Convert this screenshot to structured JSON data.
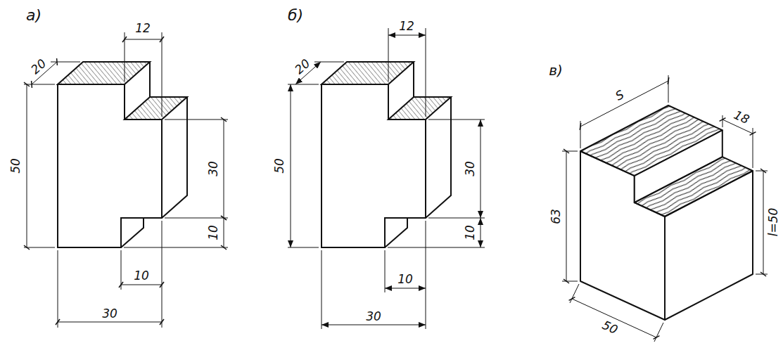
{
  "diagram": {
    "labels": [
      "а)",
      "12",
      "20",
      "50",
      "30",
      "10",
      "10",
      "30",
      "б)",
      "12",
      "20",
      "50",
      "30",
      "10",
      "10",
      "30",
      "в)",
      "S",
      "18",
      "63",
      "l=50",
      "50"
    ]
  }
}
